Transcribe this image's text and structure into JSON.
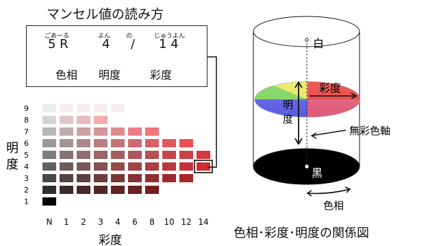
{
  "left_panel": {
    "title": "マンセル値の読み方",
    "notation": {
      "readings": [
        "ごあーる",
        "よん",
        "の",
        "じゅうよん"
      ],
      "values": [
        "5 R",
        "4",
        "/",
        "1 4"
      ],
      "labels": [
        "色相",
        "明度",
        "彩度"
      ]
    },
    "grid": {
      "value_levels": [
        "9",
        "8",
        "7",
        "6",
        "5",
        "4",
        "3",
        "2",
        "1"
      ],
      "chroma_levels": [
        "N",
        "1",
        "2",
        "3",
        "4",
        "6",
        "8",
        "10",
        "12",
        "14"
      ],
      "vertical_axis_label": "明度",
      "horizontal_axis_label": "彩度",
      "highlighted_cell": {
        "value": "4",
        "chroma": "14"
      }
    }
  },
  "right_panel": {
    "labels": {
      "white": "白",
      "black": "黒",
      "chroma": "彩度",
      "value": "明度",
      "achromatic_axis": "無彩色軸",
      "hue": "色相"
    },
    "caption": "色相･彩度･明度の関係図"
  }
}
